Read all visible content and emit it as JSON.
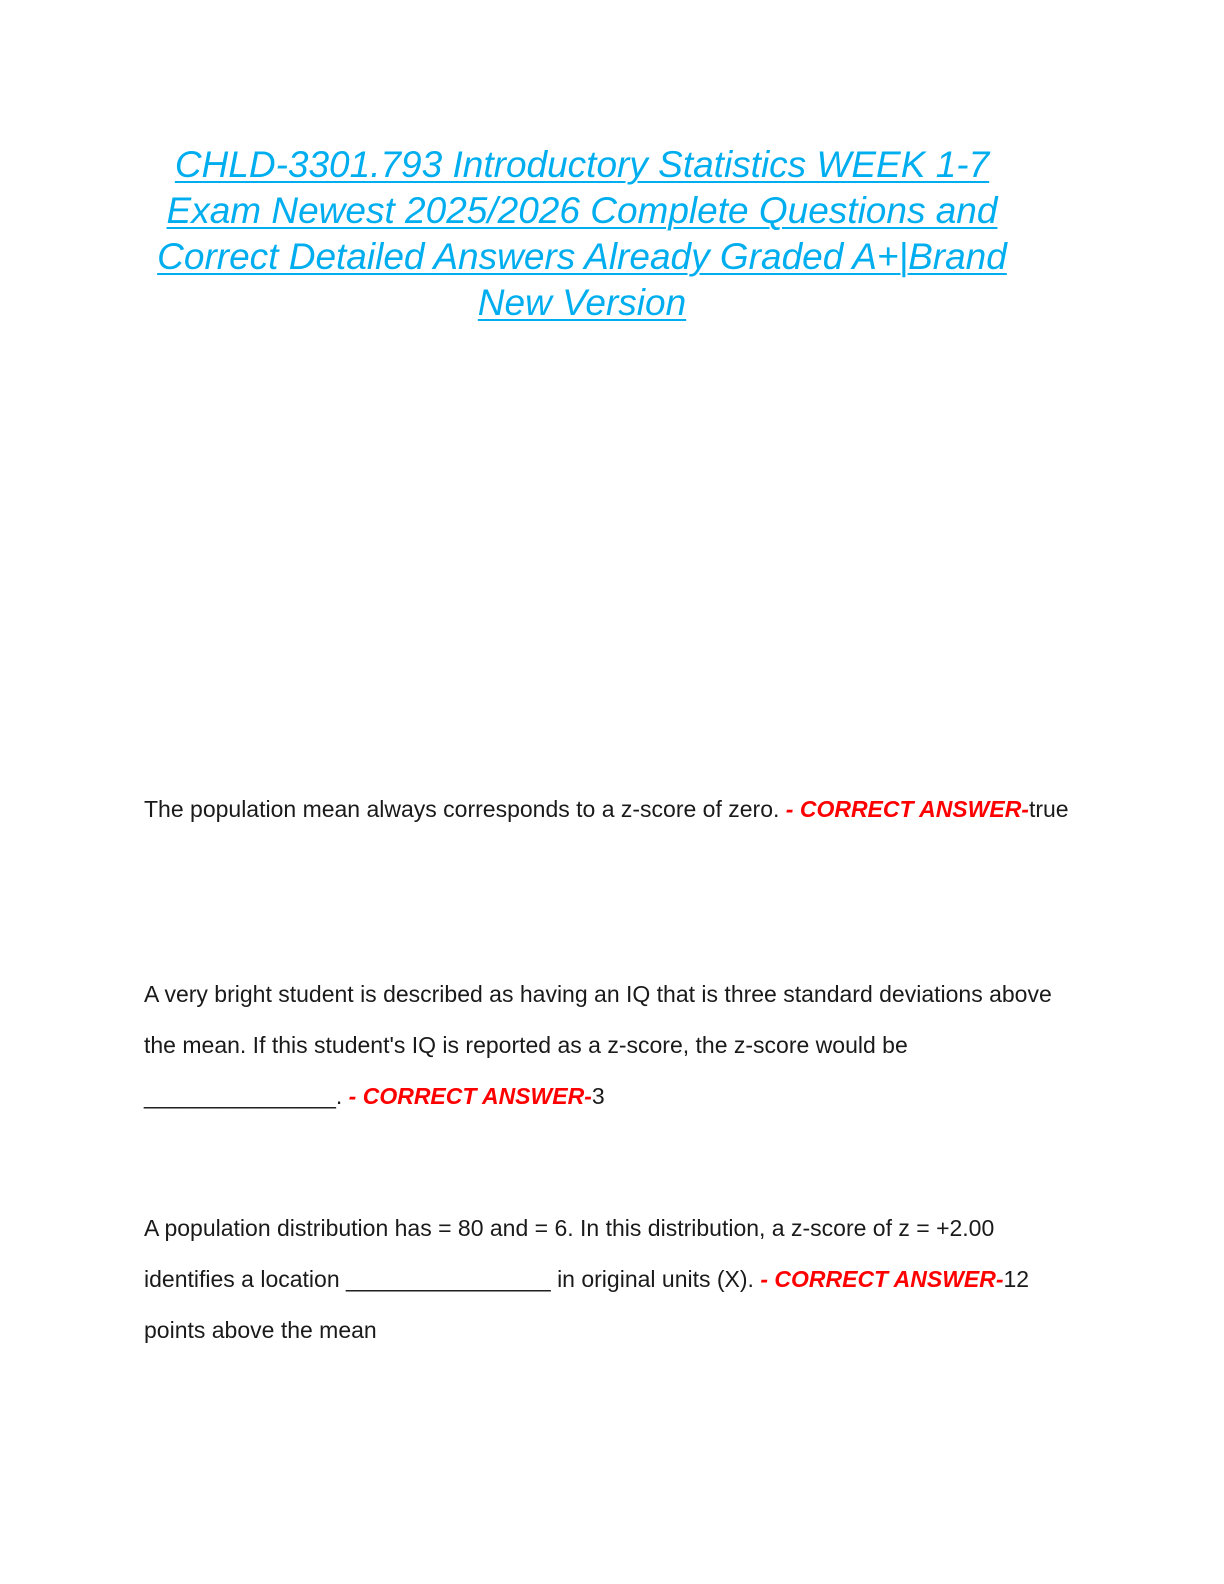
{
  "document": {
    "title": "CHLD-3301.793 Introductory Statistics WEEK 1-7 Exam Newest 2025/2026 Complete Questions and Correct Detailed Answers Already Graded A+|Brand New Version",
    "correct_answer_label": "- CORRECT ANSWER-",
    "accent_color": "#00aeef",
    "answer_label_color": "#ff0000",
    "questions": [
      {
        "question": "The population mean always corresponds to a z-score of zero.",
        "answer": "true"
      },
      {
        "question": "A very bright student is described as having an IQ that is three standard deviations above the mean. If this student's IQ is reported as a z-score, the z-score would be _______________.",
        "answer": "3"
      },
      {
        "question": "A population distribution has = 80 and = 6. In this distribution, a z-score of z = +2.00 identifies a location ________________ in original units (X).",
        "answer": "12 points above the mean"
      }
    ]
  }
}
